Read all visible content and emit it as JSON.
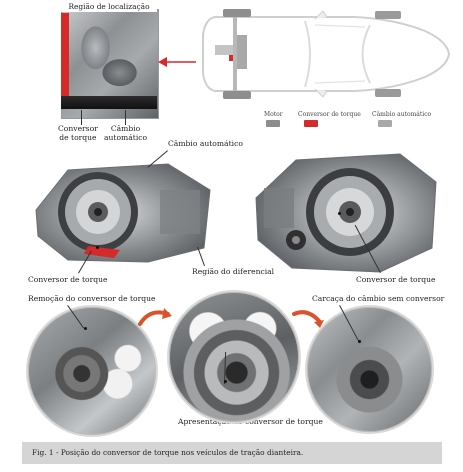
{
  "top": {
    "region_title": "Região de localização",
    "label_converter": "Conversor\nde torque",
    "label_gearbox": "Câmbio\nautomático"
  },
  "legend": {
    "items": [
      {
        "label": "Motor",
        "color": "#8c8c8c"
      },
      {
        "label": "Conversor de torque",
        "color": "#d42a2a"
      },
      {
        "label": "Câmbio automático",
        "color": "#a8a8a8"
      }
    ]
  },
  "middle": {
    "label_gearbox": "Câmbio automático",
    "label_converter_left": "Conversor de torque",
    "label_differential": "Região do diferencial",
    "label_converter_right": "Conversor de torque"
  },
  "bottom": {
    "label_removal": "Remoção do conversor de torque",
    "label_housing": "Carcaça do câmbio sem conversor",
    "label_presentation": "Apresentação do conversor de torque"
  },
  "caption": "Fig. 1 - Posição do conversor de torque nos veículos de tração dianteira.",
  "colors": {
    "accent_red": "#d42a2a",
    "motor_gray": "#8c8c8c",
    "gearbox_gray": "#a8a8a8",
    "caption_bg": "#d5d5d5"
  }
}
